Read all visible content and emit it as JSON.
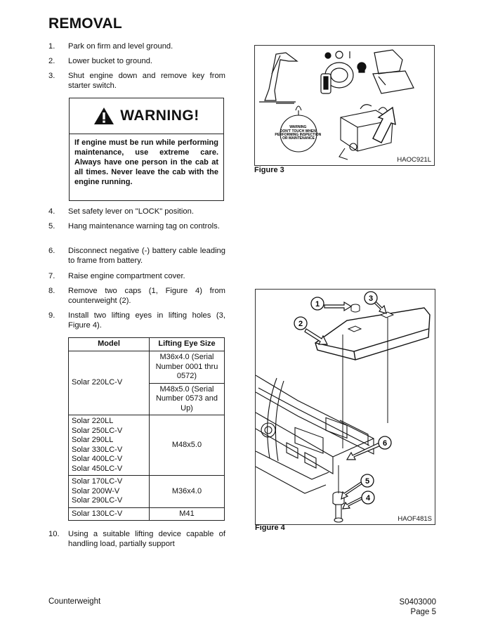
{
  "heading": "REMOVAL",
  "steps": [
    {
      "num": "1.",
      "text": "Park on firm and level ground."
    },
    {
      "num": "2.",
      "text": "Lower bucket to ground."
    },
    {
      "num": "3.",
      "text": "Shut engine down and remove key from starter switch."
    },
    {
      "num": "4.",
      "text": "Set safety lever on \"LOCK\" position."
    },
    {
      "num": "5.",
      "text": "Hang maintenance warning tag on controls."
    },
    {
      "num": "6.",
      "text": "Disconnect negative (-) battery cable leading to frame from battery."
    },
    {
      "num": "7.",
      "text": "Raise engine compartment cover."
    },
    {
      "num": "8.",
      "text": "Remove two caps (1, Figure 4) from counterweight (2)."
    },
    {
      "num": "9.",
      "text": "Install two lifting eyes in lifting holes (3, Figure 4)."
    },
    {
      "num": "10.",
      "text": "Using a suitable lifting device capable of handling load, partially support"
    }
  ],
  "warning": {
    "title": "WARNING!",
    "body": "If engine must be run while performing maintenance, use extreme care. Always have one person in the cab at all times. Never leave the cab with the engine running."
  },
  "table": {
    "headers": [
      "Model",
      "Lifting Eye Size"
    ],
    "rows": {
      "r1_model": "Solar 220LC-V",
      "r1_size_a": "M36x4.0 (Serial Number 0001 thru 0572)",
      "r1_size_b": "M48x5.0 (Serial Number 0573 and Up)",
      "r2_model": "Solar 220LL\nSolar 250LC-V\nSolar 290LL\nSolar 330LC-V\nSolar 400LC-V\nSolar 450LC-V",
      "r2_size": "M48x5.0",
      "r3_model": "Solar 170LC-V\nSolar 200W-V\nSolar 290LC-V",
      "r3_size": "M36x4.0",
      "r4_model": "Solar 130LC-V",
      "r4_size": "M41"
    }
  },
  "figure3": {
    "caption": "Figure 3",
    "code": "HAOC921L",
    "tag_text": "WARNING\nDON'T TOUCH WHEN\nPERFORMING INSPECTION\nOR MAINTENANCE"
  },
  "figure4": {
    "caption": "Figure 4",
    "code": "HAOF481S",
    "callouts": [
      "1",
      "2",
      "3",
      "4",
      "5",
      "6"
    ]
  },
  "footer": {
    "left": "Counterweight",
    "doc_id": "S0403000",
    "page": "Page 5"
  }
}
